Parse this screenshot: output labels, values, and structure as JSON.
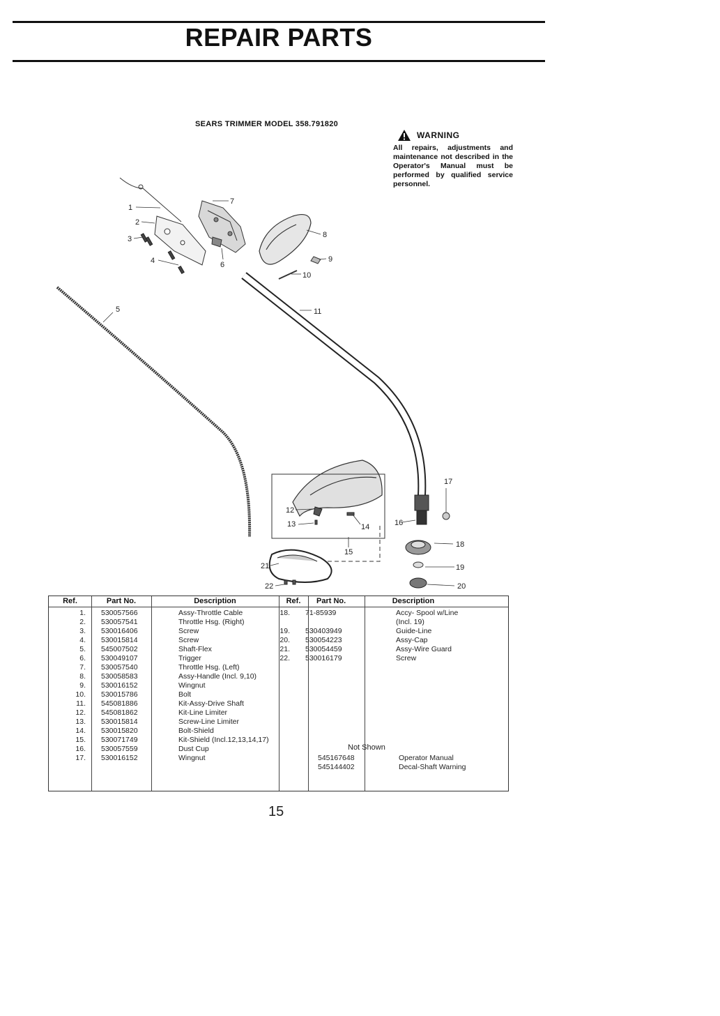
{
  "header": {
    "title": "REPAIR PARTS"
  },
  "model_label": "SEARS TRIMMER MODEL 358.791820",
  "warning": {
    "label": "WARNING",
    "text": "All repairs, adjustments and maintenance not described in the Operator's Manual must be performed by qualified service personnel."
  },
  "diagram": {
    "callouts": [
      "1",
      "2",
      "3",
      "4",
      "5",
      "6",
      "7",
      "8",
      "9",
      "10",
      "11",
      "12",
      "13",
      "14",
      "15",
      "16",
      "17",
      "18",
      "19",
      "20",
      "21",
      "22"
    ]
  },
  "table": {
    "headers": [
      "Ref.",
      "Part No.",
      "Description",
      "Ref.",
      "Part No.",
      "Description"
    ],
    "left_rows": [
      {
        "ref": "1.",
        "part": "530057566",
        "desc": "Assy-Throttle Cable"
      },
      {
        "ref": "2.",
        "part": "530057541",
        "desc": "Throttle Hsg. (Right)"
      },
      {
        "ref": "3.",
        "part": "530016406",
        "desc": "Screw"
      },
      {
        "ref": "4.",
        "part": "530015814",
        "desc": "Screw"
      },
      {
        "ref": "5.",
        "part": "545007502",
        "desc": "Shaft-Flex"
      },
      {
        "ref": "6.",
        "part": "530049107",
        "desc": "Trigger"
      },
      {
        "ref": "7.",
        "part": "530057540",
        "desc": "Throttle Hsg. (Left)"
      },
      {
        "ref": "8.",
        "part": "530058583",
        "desc": "Assy-Handle (Incl. 9,10)"
      },
      {
        "ref": "9.",
        "part": "530016152",
        "desc": "Wingnut"
      },
      {
        "ref": "10.",
        "part": "530015786",
        "desc": "Bolt"
      },
      {
        "ref": "11.",
        "part": "545081886",
        "desc": "Kit-Assy-Drive Shaft"
      },
      {
        "ref": "12.",
        "part": "545081862",
        "desc": "Kit-Line Limiter"
      },
      {
        "ref": "13.",
        "part": "530015814",
        "desc": "Screw-Line Limiter"
      },
      {
        "ref": "14.",
        "part": "530015820",
        "desc": "Bolt-Shield"
      },
      {
        "ref": "15.",
        "part": "530071749",
        "desc": "Kit-Shield (Incl.12,13,14,17)"
      },
      {
        "ref": "16.",
        "part": "530057559",
        "desc": "Dust Cup"
      },
      {
        "ref": "17.",
        "part": "530016152",
        "desc": "Wingnut"
      }
    ],
    "right_rows": [
      {
        "ref": "18.",
        "part": "71-85939",
        "desc": "Accy- Spool w/Line"
      },
      {
        "ref": "",
        "part": "",
        "desc": "(Incl. 19)"
      },
      {
        "ref": "19.",
        "part": "530403949",
        "desc": "Guide-Line"
      },
      {
        "ref": "20.",
        "part": "530054223",
        "desc": "Assy-Cap"
      },
      {
        "ref": "21.",
        "part": "530054459",
        "desc": "Assy-Wire Guard"
      },
      {
        "ref": "22.",
        "part": "530016179",
        "desc": "Screw"
      }
    ],
    "not_shown_label": "Not Shown",
    "not_shown_rows": [
      {
        "part": "545167648",
        "desc": "Operator Manual"
      },
      {
        "part": "545144402",
        "desc": "Decal-Shaft Warning"
      }
    ]
  },
  "page_number": "15"
}
